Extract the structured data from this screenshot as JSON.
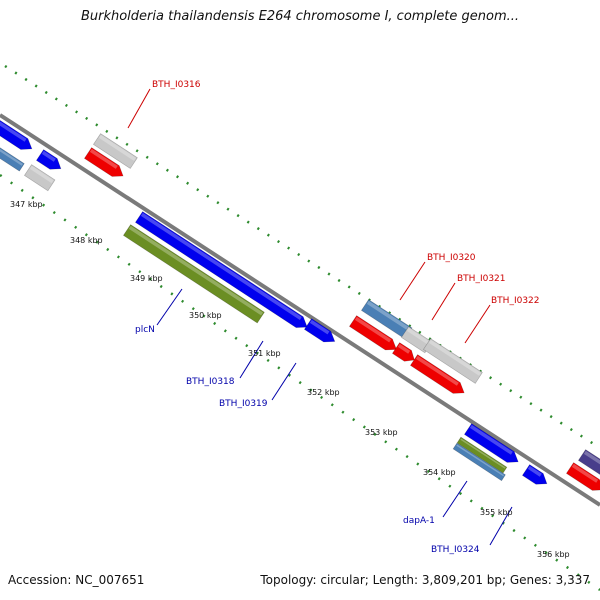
{
  "title": "Burkholderia thailandensis E264 chromosome I, complete genom...",
  "footer": {
    "accession": "Accession: NC_007651",
    "summary": "Topology: circular; Length: 3,809,201 bp; Genes: 3,337"
  },
  "colors": {
    "backbone": "#808080",
    "tick_dots": "#2e8b2e",
    "cds_forward": "#0000ee",
    "cds_reverse": "#ee0000",
    "gene_gray": "#c8c8c8",
    "steelblue": "#4a7fb5",
    "olive": "#6b8e23",
    "purple": "#483d8b",
    "label_blue": "#0000aa",
    "label_red": "#cc0000"
  },
  "kbp_labels": [
    "347 kbp",
    "348 kbp",
    "349 kbp",
    "350 kbp",
    "351 kbp",
    "352 kbp",
    "353 kbp",
    "354 kbp",
    "355 kbp",
    "356 kbp"
  ],
  "gene_labels": [
    {
      "text": "BTH_I0316",
      "color": "red"
    },
    {
      "text": "BTH_I0320",
      "color": "red"
    },
    {
      "text": "BTH_I0321",
      "color": "red"
    },
    {
      "text": "BTH_I0322",
      "color": "red"
    },
    {
      "text": "plcN",
      "color": "blue"
    },
    {
      "text": "BTH_I0318",
      "color": "blue"
    },
    {
      "text": "BTH_I0319",
      "color": "blue"
    },
    {
      "text": "dapA-1",
      "color": "blue"
    },
    {
      "text": "BTH_I0324",
      "color": "blue"
    }
  ]
}
